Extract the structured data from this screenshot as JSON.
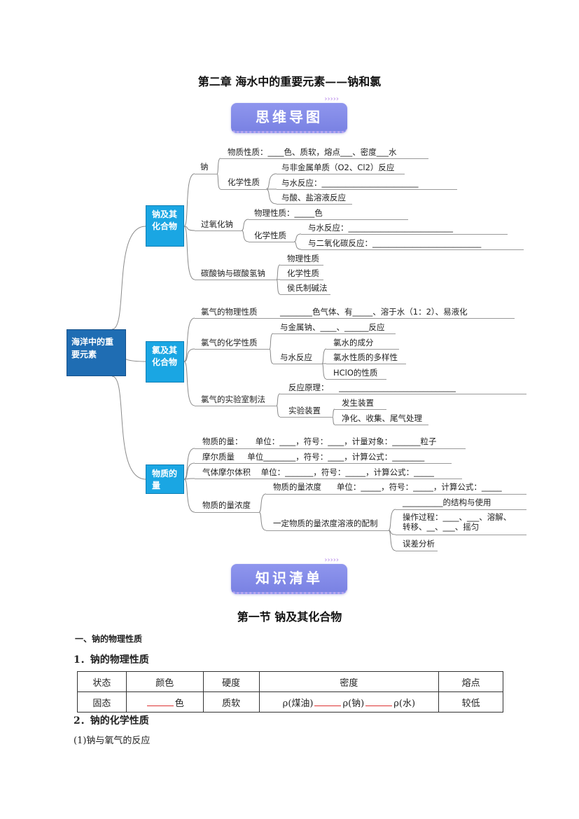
{
  "title": "第二章  海水中的重要元素——钠和氯",
  "banner_mindmap": "思维导图",
  "banner_knowledge": "知识清单",
  "banner_deco": "›››››",
  "mindmap": {
    "root": "海洋中的重要元素",
    "sodium": {
      "label": "钠及其化合物",
      "na": "钠",
      "na_phys": "物质性质：____色、质软，熔点___、密度___水",
      "na_chem": "化学性质",
      "na_chem_1": "与非金属单质（O2、Cl2）反应",
      "na_chem_2": "与水反应：________________________",
      "na_chem_3": "与酸、盐溶液反应",
      "na2o2": "过氧化钠",
      "na2o2_phys": "物理性质：_____色",
      "na2o2_chem": "化学性质",
      "na2o2_chem_1": "与水反应：__________________________",
      "na2o2_chem_2": "与二氧化碳反应：___________________________",
      "carb": "碳酸钠与碳酸氢钠",
      "carb_1": "物理性质",
      "carb_2": "化学性质",
      "carb_3": "侯氏制碱法"
    },
    "chlorine": {
      "label": "氯及其化合物",
      "phys": "氯气的物理性质",
      "phys_text": "________色气体、有_____、溶于水（1：2）、易液化",
      "chem": "氯气的化学性质",
      "chem_1": "与金属钠、____、______反应",
      "chem_2": "与水反应",
      "water_1": "氯水的成分",
      "water_2": "氯水性质的多样性",
      "water_3": "HClO的性质",
      "lab": "氯气的实验室制法",
      "lab_1": "反应原理：    _____________________________",
      "lab_2": "实验装置",
      "app_1": "发生装置",
      "app_2": "净化、收集、尾气处理"
    },
    "mole": {
      "label": "物质的量",
      "n": "物质的量：     单位：____，符号：____，计量对象：_______粒子",
      "M": "摩尔质量     单位________，符号：____，计算公式：________",
      "Vm": "气体摩尔体积    单位：_______，符号：_____，计算公式：_____",
      "c": "物质的量浓度",
      "c_1": "物质的量浓度      单位：_____，符号：_____，计算公式：_____",
      "c_2": "一定物质的量浓度溶液的配制",
      "prep_1": "__________的结构与使用",
      "prep_2": "操作过程：____、___、溶解、\n转移、__、___、摇匀",
      "prep_3": "误差分析"
    }
  },
  "section_title": "第一节  钠及其化合物",
  "heading1": "一、钠的物理性质",
  "heading2": "1．钠的物理性质",
  "table": {
    "headers": [
      "状态",
      "颜色",
      "硬度",
      "密度",
      "熔点"
    ],
    "row": {
      "state": "固态",
      "color_suffix": "色",
      "hardness": "质软",
      "rho_kerosene": "ρ(煤油)",
      "rho_na": "ρ(钠)",
      "rho_water": "ρ(水)",
      "melting": "较低"
    }
  },
  "heading3": "2．钠的化学性质",
  "para1": "(1)钠与氧气的反应"
}
